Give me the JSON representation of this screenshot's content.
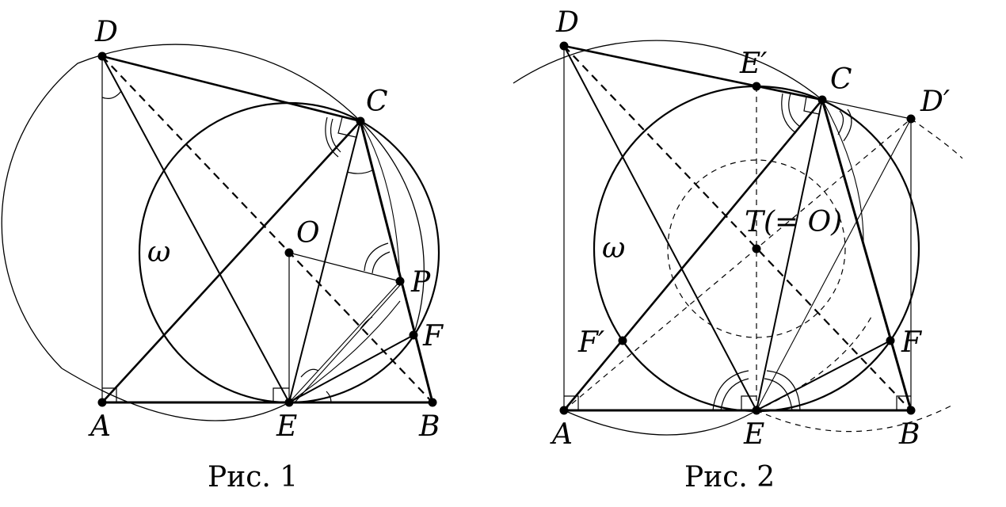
{
  "figures": [
    {
      "caption": "Рис. 1",
      "points": {
        "D": "D",
        "C": "C",
        "O": "O",
        "P": "P",
        "F": "F",
        "A": "A",
        "E": "E",
        "B": "B",
        "omega": "ω"
      }
    },
    {
      "caption": "Рис. 2",
      "points": {
        "D": "D",
        "E_prime": "E′",
        "C": "C",
        "D_prime": "D′",
        "T_eq_O": "T(= O)",
        "omega": "ω",
        "F_prime": "F′",
        "F": "F",
        "A": "A",
        "E": "E",
        "B": "B"
      }
    }
  ],
  "colors": {
    "ink": "#000000",
    "background": "#ffffff"
  }
}
